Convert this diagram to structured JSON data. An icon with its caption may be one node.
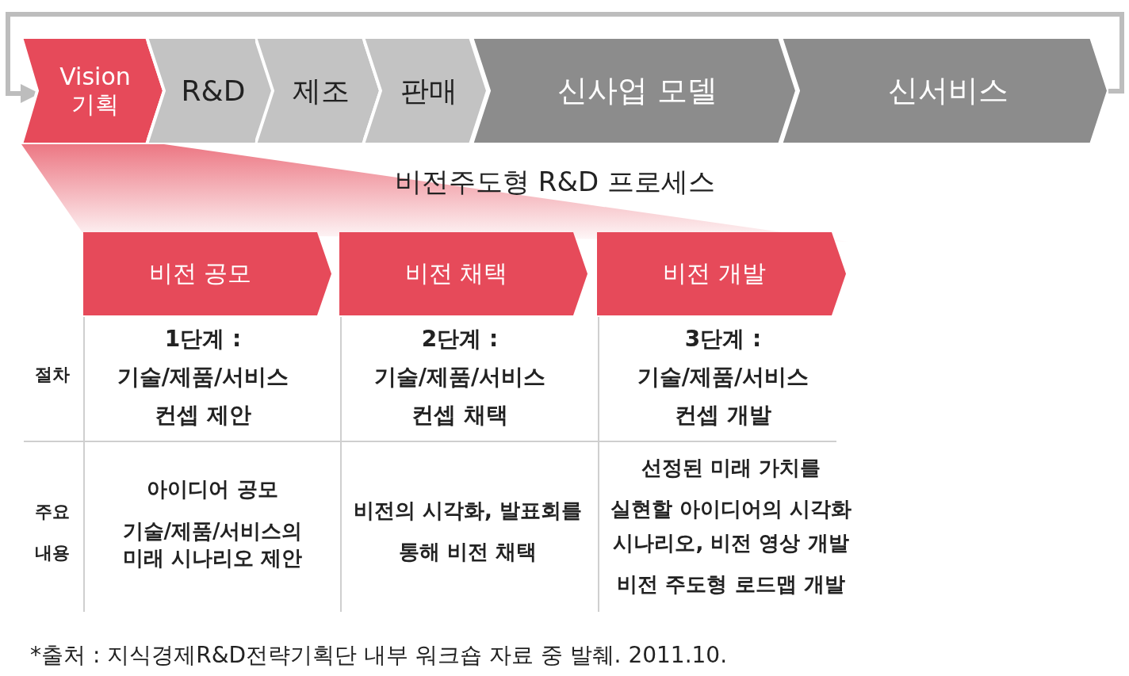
{
  "diagram": {
    "nodes": [
      {
        "text": [
          "Vision 기획"
        ]
      },
      {
        "text": [
          "R&D"
        ]
      },
      {
        "text": [
          "제조"
        ]
      },
      {
        "text": [
          "판매"
        ]
      },
      {
        "text": [
          "신사업 모델"
        ]
      },
      {
        "text": [
          "신서비스"
        ]
      },
      {
        "text": [
          "비전 공모"
        ]
      },
      {
        "text": [
          "비전 채택"
        ]
      },
      {
        "text": [
          "비전 개발"
        ]
      }
    ],
    "edges": [
      {
        "from": 5,
        "to": 0,
        "arrow": "to"
      }
    ],
    "labels": [
      "비전주도형 R&D 프로세스",
      "절차",
      "1단계 : 기술/제품/서비스 컨셉 제안",
      "2단계 : 기술/제품/서비스 컨셉 채택",
      "3단계 : 기술/제품/서비스 컨셉 개발",
      "주요 내용",
      "아이디어 공모",
      "기술/제품/서비스의 미래 시나리오 제안",
      "비전의 시각화, 발표회를 통해 비전 채택",
      "선정된 미래 가치를 실현할 아이디어의 시각화",
      "시나리오, 비전 영상 개발",
      "비전 주도형 로드맵 개발"
    ],
    "caption": "*출처 : 지식경제R&D전략기획단 내부 워크숍 자료 중 발췌. 2011.10."
  }
}
